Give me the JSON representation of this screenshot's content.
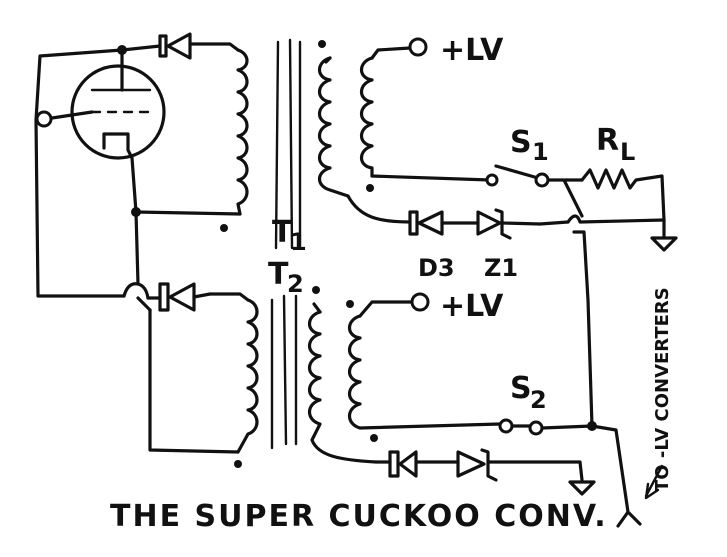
{
  "title": "THE SUPER CUCKOO CONV.",
  "labels": {
    "t1": "T",
    "t1_sub": "1",
    "t2": "T",
    "t2_sub": "2",
    "lv_top": "+LV",
    "lv_bottom": "+LV",
    "s1": "S",
    "s1_sub": "1",
    "s2": "S",
    "s2_sub": "2",
    "rl": "R",
    "rl_sub": "L",
    "d3": "D3",
    "z1": "Z1",
    "to_lv_converters": "TO -LV CONVERTERS"
  }
}
